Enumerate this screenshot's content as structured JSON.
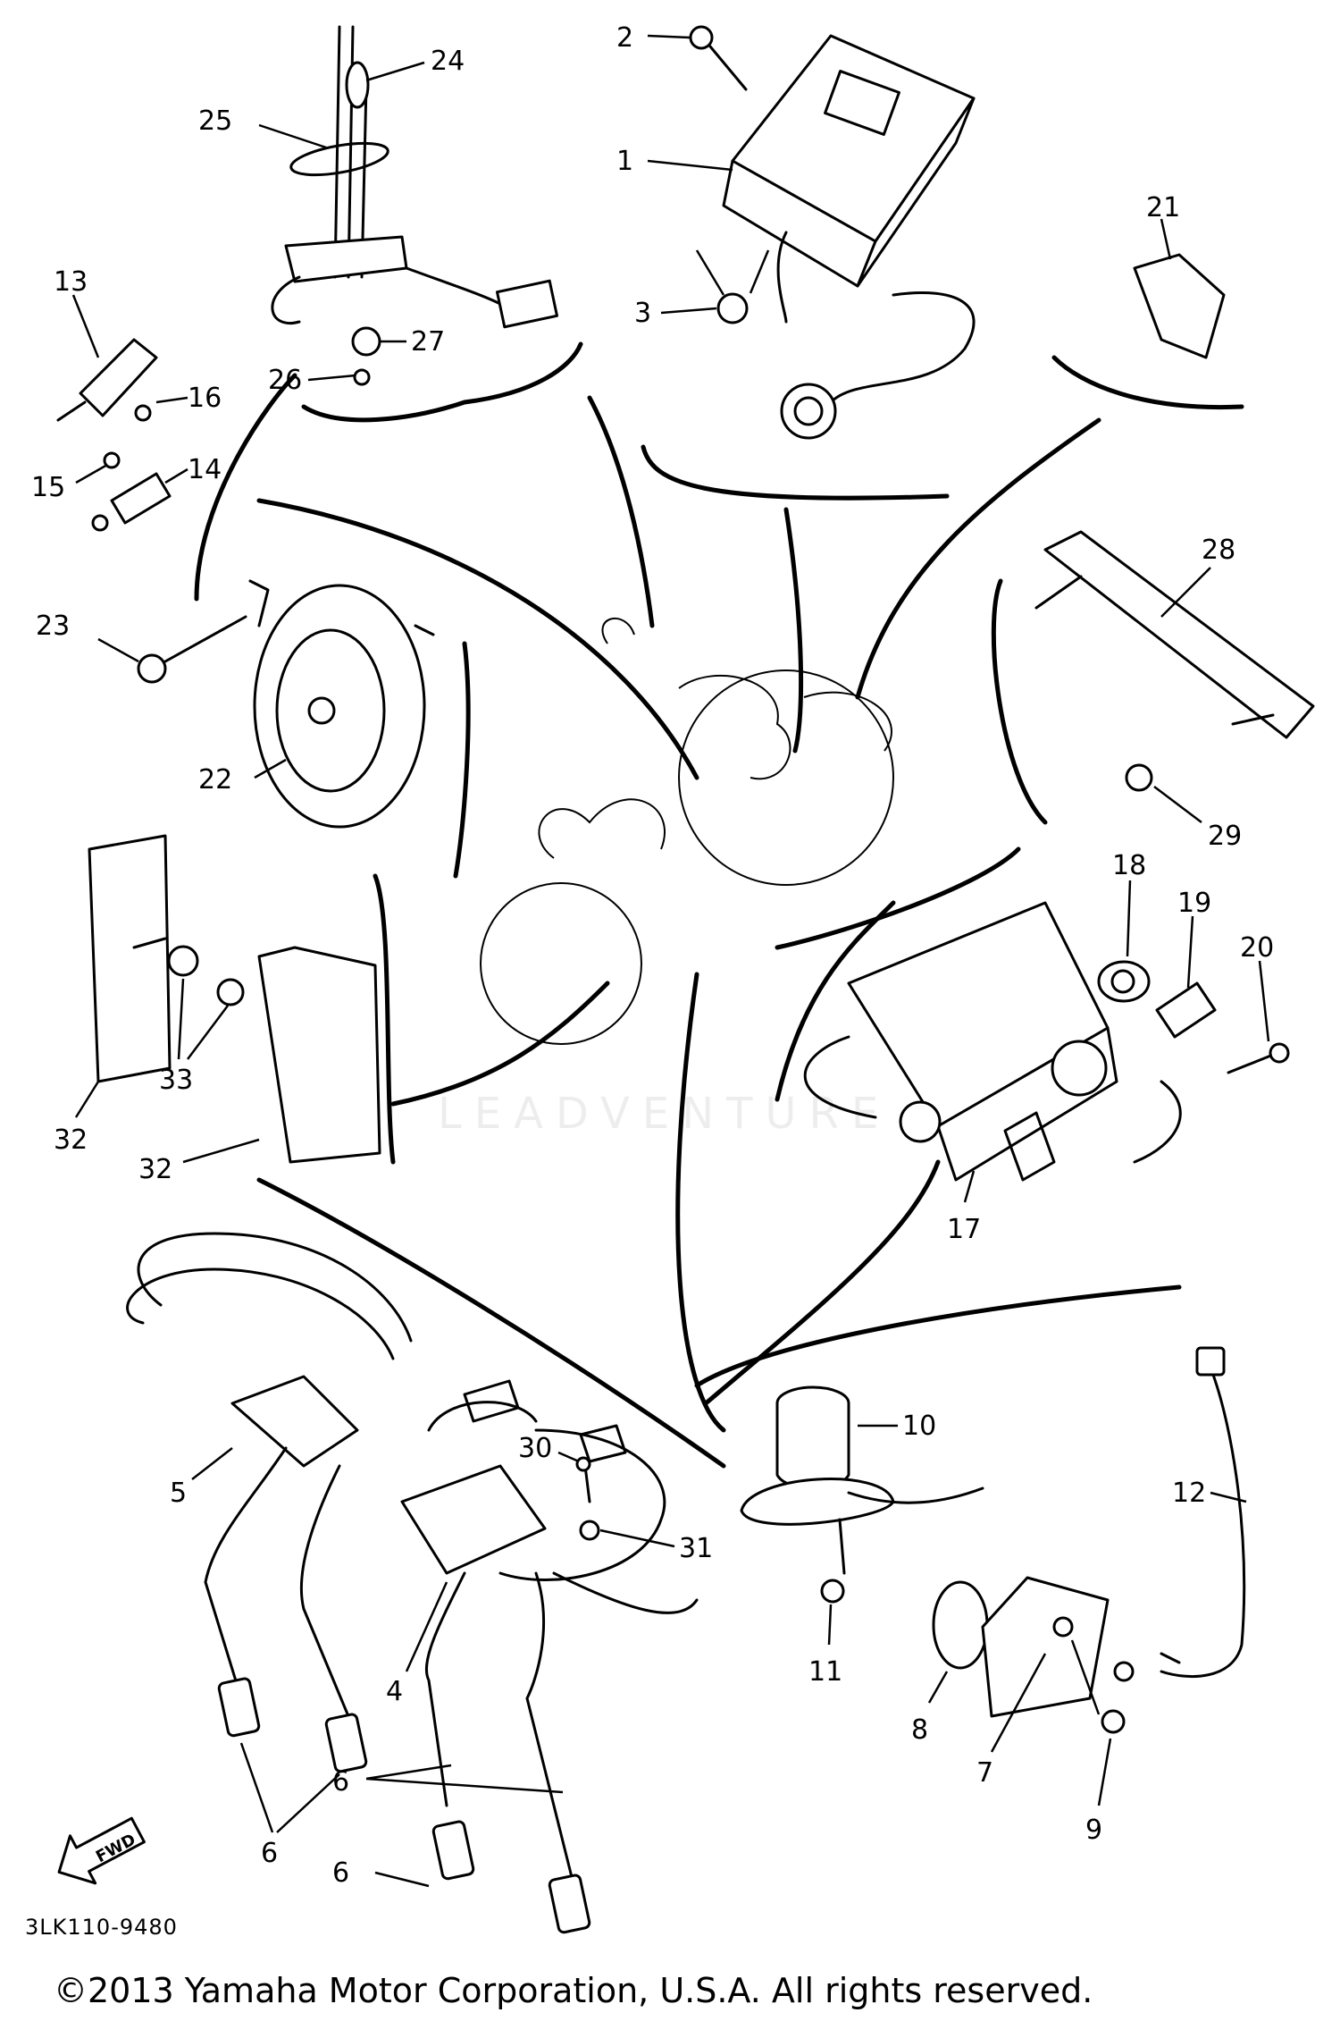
{
  "callouts": [
    "1",
    "2",
    "3",
    "4",
    "5",
    "6",
    "6",
    "6",
    "7",
    "8",
    "9",
    "10",
    "11",
    "12",
    "13",
    "14",
    "15",
    "16",
    "17",
    "18",
    "19",
    "20",
    "21",
    "22",
    "23",
    "24",
    "25",
    "26",
    "27",
    "28",
    "29",
    "30",
    "31",
    "32",
    "32",
    "33",
    "33"
  ],
  "arrow_label": "FWD",
  "diagram_code": "3LK110-9480",
  "copyright": "©2013 Yamaha Motor Corporation, U.S.A. All rights reserved.",
  "watermark": "LEADVENTURE",
  "stroke_color": "#000000",
  "background_color": "#ffffff"
}
